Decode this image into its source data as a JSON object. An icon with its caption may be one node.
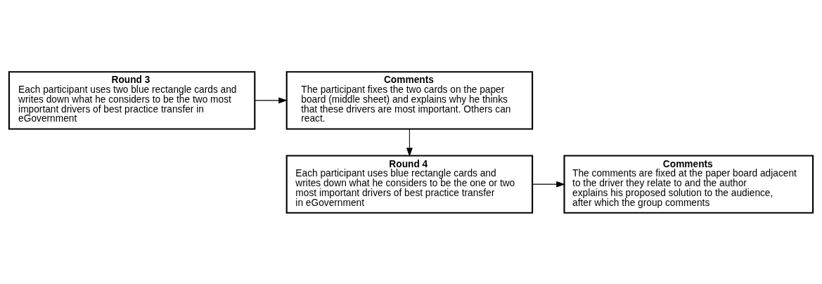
{
  "diagram": {
    "nodes": [
      {
        "text": [
          "Round 3",
          "Each participant uses two blue rectangle cards and writes down what he considers to be the two most important drivers of best practice transfer in eGovernment"
        ]
      },
      {
        "text": [
          "Comments",
          "The participant fixes the two cards on the paper board (middle sheet) and explains why he thinks that these drivers are most important. Others can react."
        ]
      },
      {
        "text": [
          "Comments",
          "The comments are fixed at the paper board adjacent to the driver they relate to and the author explains his proposed solution to the audience, after which the group comments"
        ]
      },
      {
        "text": [
          "Round 4",
          "Each participant uses blue rectangle cards and writes down what he considers to be the one or two most important drivers of best practice transfer in eGovernment"
        ]
      }
    ],
    "edges": [
      {
        "from": 0,
        "to": 1,
        "arrow": "to"
      },
      {
        "from": 1,
        "to": 3,
        "arrow": "to"
      },
      {
        "from": 3,
        "to": 2,
        "arrow": "to"
      }
    ]
  }
}
